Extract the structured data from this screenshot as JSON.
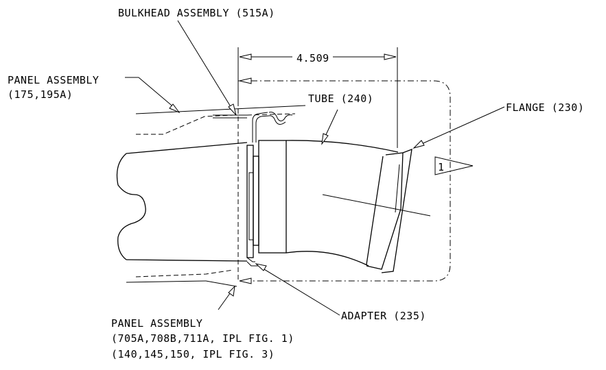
{
  "labels": {
    "bulkhead": "BULKHEAD ASSEMBLY (515A)",
    "dimension": "4.509",
    "panel_top_1": "PANEL ASSEMBLY",
    "panel_top_2": "(175,195A)",
    "tube": "TUBE (240)",
    "flange": "FLANGE (230)",
    "flag_note": "1",
    "adapter": "ADAPTER (235)",
    "panel_bottom_1": "PANEL ASSEMBLY",
    "panel_bottom_2": "(705A,708B,711A, IPL FIG. 1)",
    "panel_bottom_3": "(140,145,150, IPL FIG. 3)"
  }
}
